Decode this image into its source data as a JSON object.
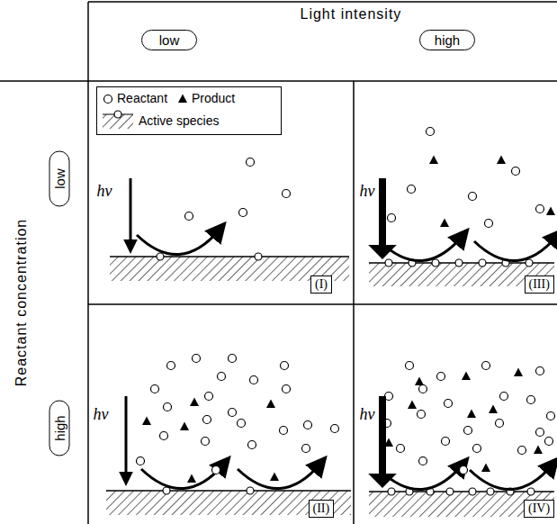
{
  "diagram": {
    "nodes": [
      {
        "text": [
          "low"
        ]
      },
      {
        "text": [
          "high"
        ]
      },
      {
        "text": [
          "low"
        ]
      },
      {
        "text": [
          "(I)"
        ]
      },
      {
        "text": [
          "(III)"
        ]
      },
      {
        "text": [
          "high"
        ]
      },
      {
        "text": [
          "(II)"
        ]
      },
      {
        "text": [
          "(IV)"
        ]
      }
    ],
    "labels": [
      "Light intensity",
      "Reactant concentration",
      "hν",
      "hν",
      "hν",
      "hν"
    ],
    "legend": [
      {
        "text": "Reactant"
      },
      {
        "text": "Product"
      },
      {
        "text": "Active species"
      }
    ]
  }
}
